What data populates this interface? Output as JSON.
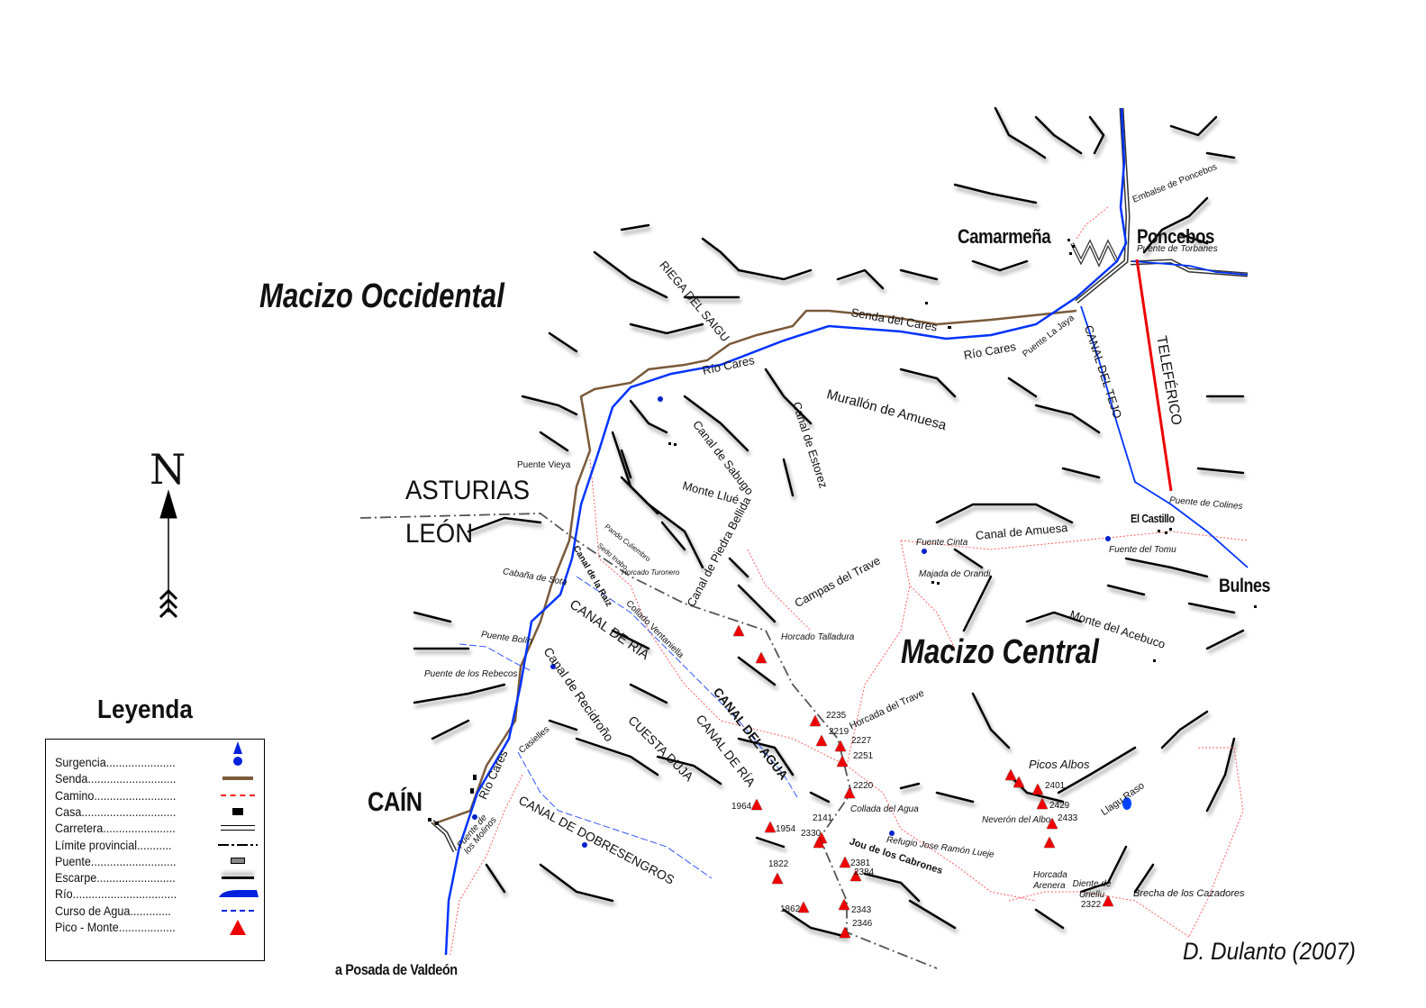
{
  "regions": {
    "macizo_occidental": "Macizo Occidental",
    "macizo_central": "Macizo Central",
    "asturias": "ASTURIAS",
    "leon": "LEÓN"
  },
  "towns": {
    "camarmena": "Camarmeña",
    "poncebos": "Poncebos",
    "bulnes": "Bulnes",
    "cain": "CAÍN",
    "el_castillo": "El Castillo",
    "posada": "a Posada de Valdeón"
  },
  "credit": "D. Dulanto (2007)",
  "north_arrow": {
    "label": "N",
    "icon": "north-arrow-icon"
  },
  "places": {
    "embalse_poncebos": "Embalse de Poncebos",
    "puente_torbanes": "Puente de Torbanes",
    "senda_cares": "Senda del Cares",
    "rio_cares_1": "Río Cares",
    "puente_la_jaya": "Puente La Jaya",
    "canal_tejo": "CANAL DEL TEJO",
    "teleferico": "TELEFÉRICO",
    "riega_saigu": "RIEGA DEL SAIGU",
    "rio_cares_2": "Río Cares",
    "murallon_amuesa": "Murallón de Amuesa",
    "canal_estorez": "Canal de Estorez",
    "canal_sabugo": "Canal de Sabugo",
    "monte_llue": "Monte Llué",
    "puente_vieya": "Puente Vieya",
    "canal_piedra_bellida": "Canal de Piedra Bellida",
    "campas_trave": "Campas del Trave",
    "canal_amuesa": "Canal de Amuesa",
    "fuente_cinta": "Fuente Cinta",
    "fuente_tomu": "Fuente del Tomu",
    "puente_colines": "Puente de Colines",
    "majada_orandi": "Majada de Orandi",
    "monte_acebuco": "Monte del Acebuco",
    "cabana_sota": "Cabaña de Sota",
    "pando_culiembro": "Pando Culiembro",
    "sedo_inabo": "Sedo Inabo",
    "canal_raiz": "Canal de la Raiz",
    "horcado_turonero": "Horcado Turonero",
    "canal_ria_1": "CANAL DE RÍA",
    "collado_ventaniella": "Collado Ventaniella",
    "horcado_talladura": "Horcado Talladura",
    "puente_bolin": "Puente Bolín",
    "puente_rebecos": "Puente de los Rebecos",
    "canal_recidrono": "Canal de Recidroño",
    "cuesta_duja": "CUESTA DUJA",
    "canal_agua": "CANAL DEL AGUA",
    "canal_ria_2": "CANAL DE RÍA",
    "horcada_trave": "Horcada del Trave",
    "rio_cares_3": "Río Cares",
    "casielles": "Casielles",
    "fuente_molinos": "Fuente de los Molinos",
    "canal_dobresengros": "CANAL DE DOBRESENGROS",
    "collada_agua": "Collada del Agua",
    "refugio": "Refugio Jose Ramón Lueje",
    "jou_cabrones": "Jou de los Cabrones",
    "picos_albos": "Picos Albos",
    "neveron_albo": "Neverón del Albo",
    "llagu_raso": "Llagu Raso",
    "horcada_arenera": "Horcada Arenera",
    "diente_uriellu": "Diente de Uriellu",
    "brecha_cazadores": "Brecha de los Cazadores"
  },
  "peaks": [
    "2235",
    "2219",
    "2227",
    "2251",
    "2220",
    "2141",
    "2330",
    "1964",
    "1954",
    "1822",
    "1862",
    "2381",
    "2384",
    "2343",
    "2346",
    "2401",
    "2429",
    "2433",
    "2322"
  ],
  "legend": {
    "title": "Leyenda",
    "items": [
      {
        "label": "Surgencia......................",
        "symbol": "spring-icon"
      },
      {
        "label": "Senda............................",
        "symbol": "trail-line"
      },
      {
        "label": "Camino..........................",
        "symbol": "path-dotted-line"
      },
      {
        "label": "Casa..............................",
        "symbol": "house-icon"
      },
      {
        "label": "Carretera.......................",
        "symbol": "road-line"
      },
      {
        "label": "Límite provincial...........",
        "symbol": "boundary-line"
      },
      {
        "label": "Puente...........................",
        "symbol": "bridge-icon"
      },
      {
        "label": "Escarpe.........................",
        "symbol": "escarpment-line"
      },
      {
        "label": "Río.................................",
        "symbol": "river-shape"
      },
      {
        "label": "Curso de Agua.............",
        "symbol": "stream-line"
      },
      {
        "label": "Pico - Monte..................",
        "symbol": "peak-icon"
      }
    ]
  },
  "colors": {
    "river": "#0033ff",
    "trail": "#7a5a3a",
    "path": "#ff3333",
    "peak": "#ee0000",
    "teleferico": "#ee0000",
    "escarpment": "#000000"
  }
}
